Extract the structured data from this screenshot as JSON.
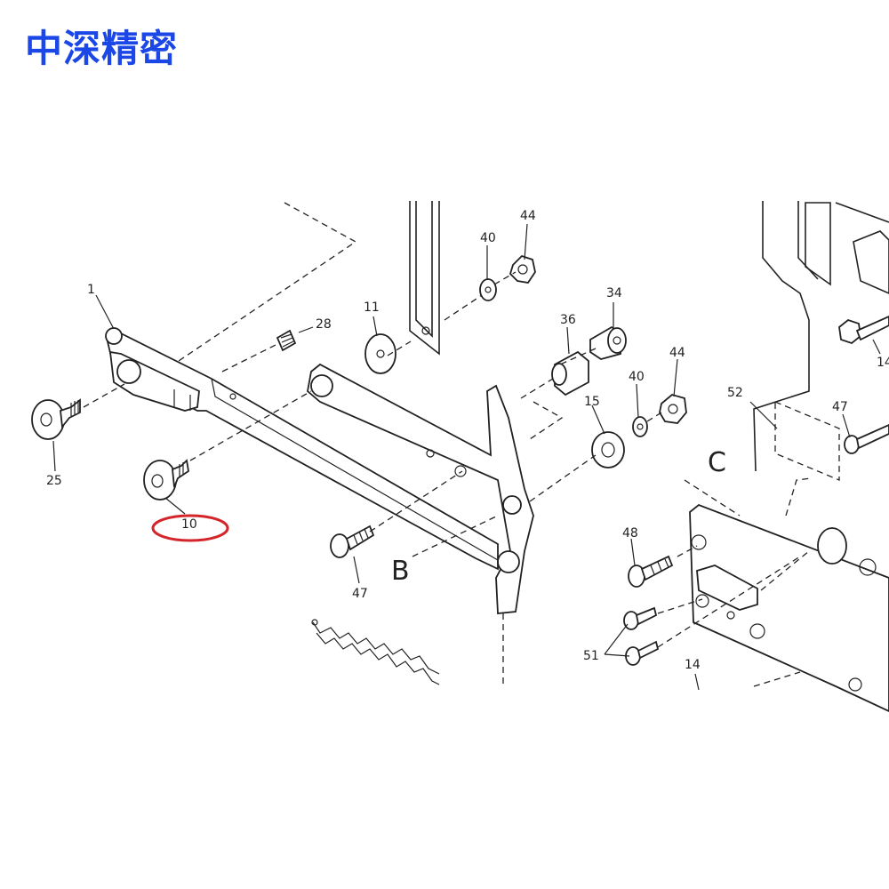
{
  "brand": "中深精密",
  "highlight_color": "#d4252b",
  "brand_color": "#1a47e6",
  "labels": {
    "p1": "1",
    "p28": "28",
    "p11": "11",
    "p40a": "40",
    "p44a": "44",
    "p34": "34",
    "p36": "36",
    "p44b": "44",
    "p40b": "40",
    "p15": "15",
    "p25": "25",
    "p10": "10",
    "p47a": "47",
    "p48": "48",
    "p51": "51",
    "p14a": "14",
    "p14b": "14",
    "p52": "52",
    "p47b": "47",
    "B": "B",
    "C": "C"
  }
}
